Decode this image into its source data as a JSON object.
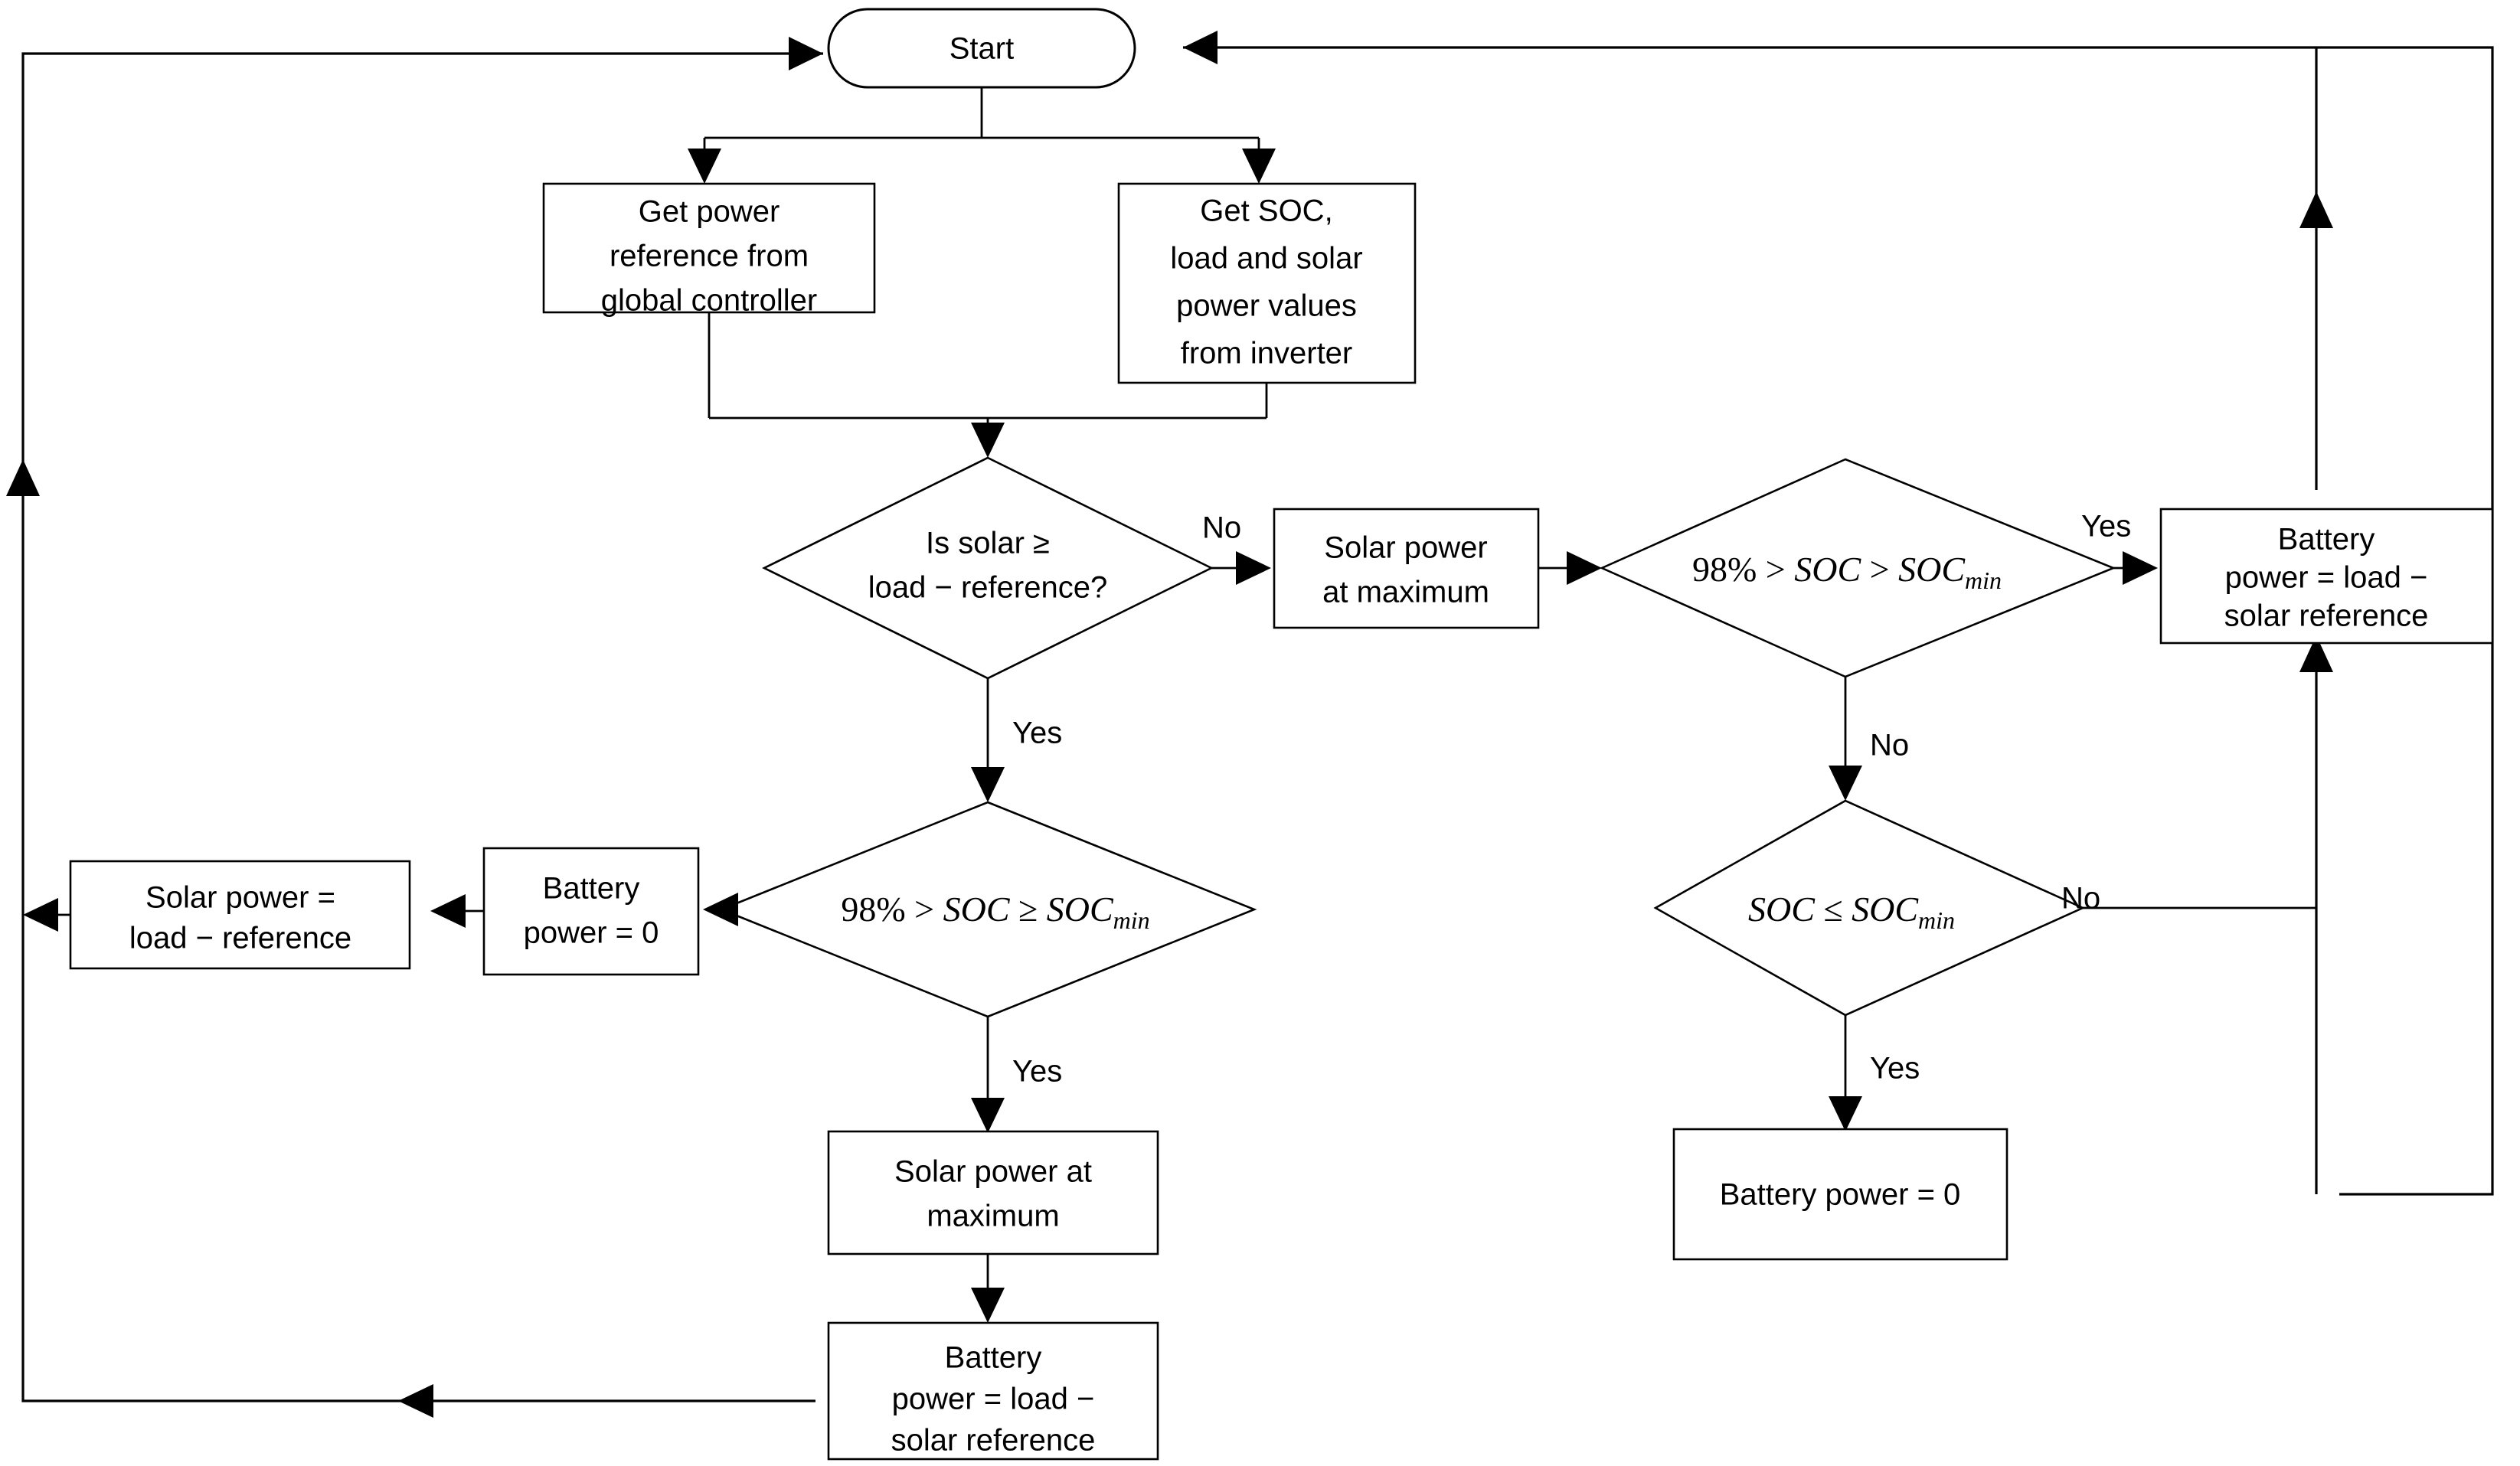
{
  "diagram": {
    "title": "Local controller power dispatch flowchart",
    "background_color": "#ffffff",
    "line_color": "#000000",
    "nodes": {
      "start": {
        "label": "Start",
        "shape": "terminator"
      },
      "get_power_reference": {
        "shape": "process",
        "line1": "Get power",
        "line2": "reference from",
        "line3": "global controller"
      },
      "get_soc": {
        "shape": "process",
        "line1": "Get SOC,",
        "line2": "load and solar",
        "line3": "power values",
        "line4": "from inverter"
      },
      "is_solar_ge": {
        "shape": "decision",
        "line1": "Is solar ≥",
        "line2": "load − reference?"
      },
      "solar_max_right": {
        "shape": "process",
        "line1": "Solar power",
        "line2": "at maximum"
      },
      "soc_window_strict": {
        "shape": "decision",
        "expr_prefix": "98% > ",
        "expr_var1": "SOC",
        "expr_op": " > ",
        "expr_var2": "SOC",
        "expr_sub": "min"
      },
      "battery_load_minus_solar_right": {
        "shape": "process",
        "line1": "Battery",
        "line2": "power = load  −",
        "line3": "solar reference"
      },
      "soc_le_min": {
        "shape": "decision",
        "expr_var1": "SOC",
        "expr_op": " ≤ ",
        "expr_var2": "SOC",
        "expr_sub": "min"
      },
      "battery_zero_right": {
        "shape": "process",
        "line1": "Battery power = 0"
      },
      "soc_window_ge": {
        "shape": "decision",
        "expr_prefix": "98% > ",
        "expr_var1": "SOC",
        "expr_op": " ≥ ",
        "expr_var2": "SOC",
        "expr_sub": "min"
      },
      "battery_zero_left": {
        "shape": "process",
        "line1": "Battery",
        "line2": "power = 0"
      },
      "solar_load_minus_reference": {
        "shape": "process",
        "line1": "Solar power =",
        "line2": "load − reference"
      },
      "solar_max_bottom": {
        "shape": "process",
        "line1": "Solar power at",
        "line2": "maximum"
      },
      "battery_load_minus_solar_bottom": {
        "shape": "process",
        "line1": "Battery",
        "line2": "power = load  −",
        "line3": "solar reference"
      }
    },
    "branch_labels": {
      "is_solar_no": "No",
      "is_solar_yes": "Yes",
      "soc_window_strict_yes": "Yes",
      "soc_window_strict_no": "No",
      "soc_le_min_no": "No",
      "soc_le_min_yes": "Yes",
      "soc_window_ge_yes": "Yes"
    }
  }
}
